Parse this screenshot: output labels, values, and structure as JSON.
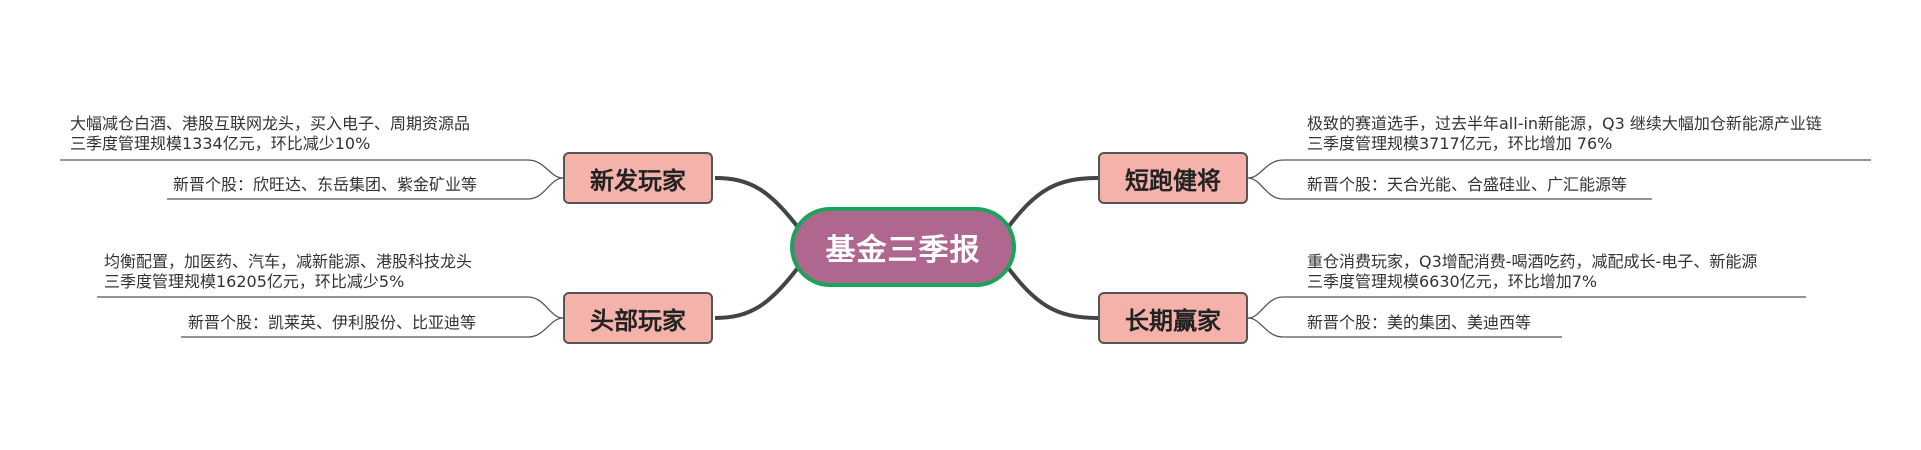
{
  "center": {
    "label": "基金三季报",
    "fill": "#b0678f",
    "border": "#1aa35a"
  },
  "branches": [
    {
      "label": "新发玩家",
      "lines": [
        "大幅减仓白酒、港股互联网龙头，买入电子、周期资源品",
        "三季度管理规模1334亿元，环比减少10%"
      ],
      "stocks": "新晋个股：欣旺达、东岳集团、紫金矿业等"
    },
    {
      "label": "头部玩家",
      "lines": [
        "均衡配置，加医药、汽车，减新能源、港股科技龙头",
        "三季度管理规模16205亿元，环比减少5%"
      ],
      "stocks": "新晋个股：凯莱英、伊利股份、比亚迪等"
    },
    {
      "label": "短跑健将",
      "lines": [
        "极致的赛道选手，过去半年all-in新能源，Q3 继续大幅加仓新能源产业链",
        "三季度管理规模3717亿元，环比增加 76%"
      ],
      "stocks": "新晋个股：天合光能、合盛硅业、广汇能源等"
    },
    {
      "label": "长期赢家",
      "lines": [
        "重仓消费玩家，Q3增配消费-喝酒吃药，减配成长-电子、新能源",
        "三季度管理规模6630亿元，环比增加7%"
      ],
      "stocks": "新晋个股：美的集团、美迪西等"
    }
  ],
  "colors": {
    "branch_fill": "#f4b2ab",
    "connector": "#444444"
  }
}
